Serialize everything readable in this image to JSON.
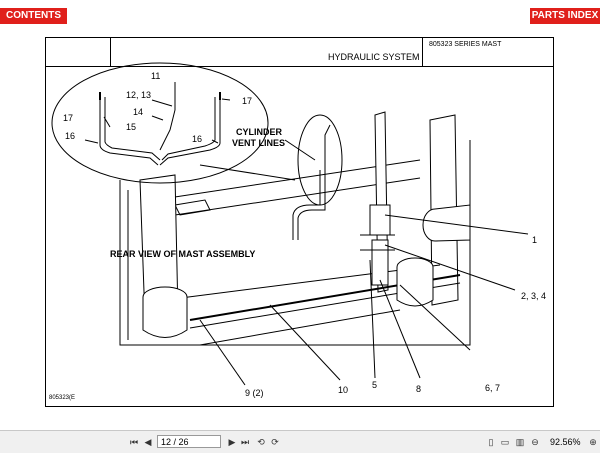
{
  "nav": {
    "contents_label": "CONTENTS",
    "parts_index_label": "PARTS INDEX"
  },
  "header": {
    "series": "805323 SERIES MAST",
    "section_title": "HYDRAULIC SYSTEM"
  },
  "callouts": {
    "c11": "11",
    "c12_13": "12, 13",
    "c14": "14",
    "c15": "15",
    "c16a": "16",
    "c16b": "16",
    "c17a": "17",
    "c17b": "17",
    "c1": "1",
    "c2_3_4": "2, 3, 4",
    "c5": "5",
    "c6_7": "6, 7",
    "c8": "8",
    "c9": "9 (2)",
    "c10": "10",
    "vent1": "CYLINDER",
    "vent2": "VENT LINES",
    "rear": "REAR VIEW OF MAST ASSEMBLY"
  },
  "footer": {
    "doc_number": "805323(E"
  },
  "toolbar": {
    "page": "12 / 26",
    "zoom": "92.56%"
  }
}
